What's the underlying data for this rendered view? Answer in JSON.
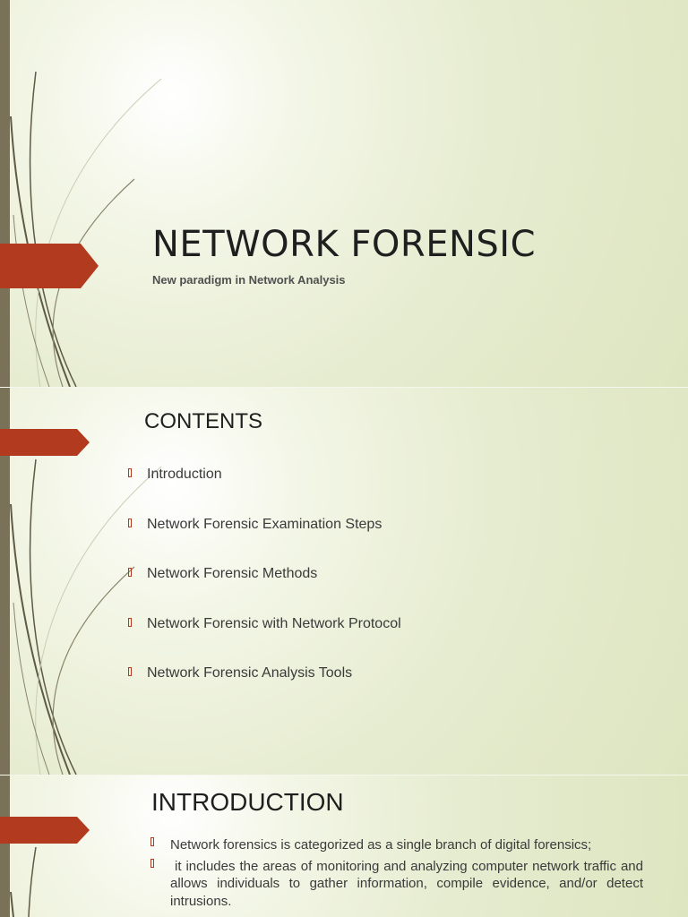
{
  "colors": {
    "accent": "#b23a1f",
    "side_bar": "#7a7258",
    "curve": "#5e5a44",
    "text": "#1f1f1f"
  },
  "slide1": {
    "title": "NETWORK FORENSIC",
    "subtitle": "New paradigm in Network Analysis"
  },
  "slide2": {
    "title": "CONTENTS",
    "bullets": [
      "Introduction",
      "Network Forensic Examination Steps",
      "Network Forensic Methods",
      "Network Forensic with Network Protocol",
      "Network Forensic Analysis Tools"
    ]
  },
  "slide3": {
    "title": "INTRODUCTION",
    "bullets": [
      "Network forensics is categorized as a single branch of digital forensics;",
      " it includes the areas of monitoring and analyzing computer network traffic and allows individuals to gather information, compile evidence, and/or detect intrusions."
    ]
  }
}
